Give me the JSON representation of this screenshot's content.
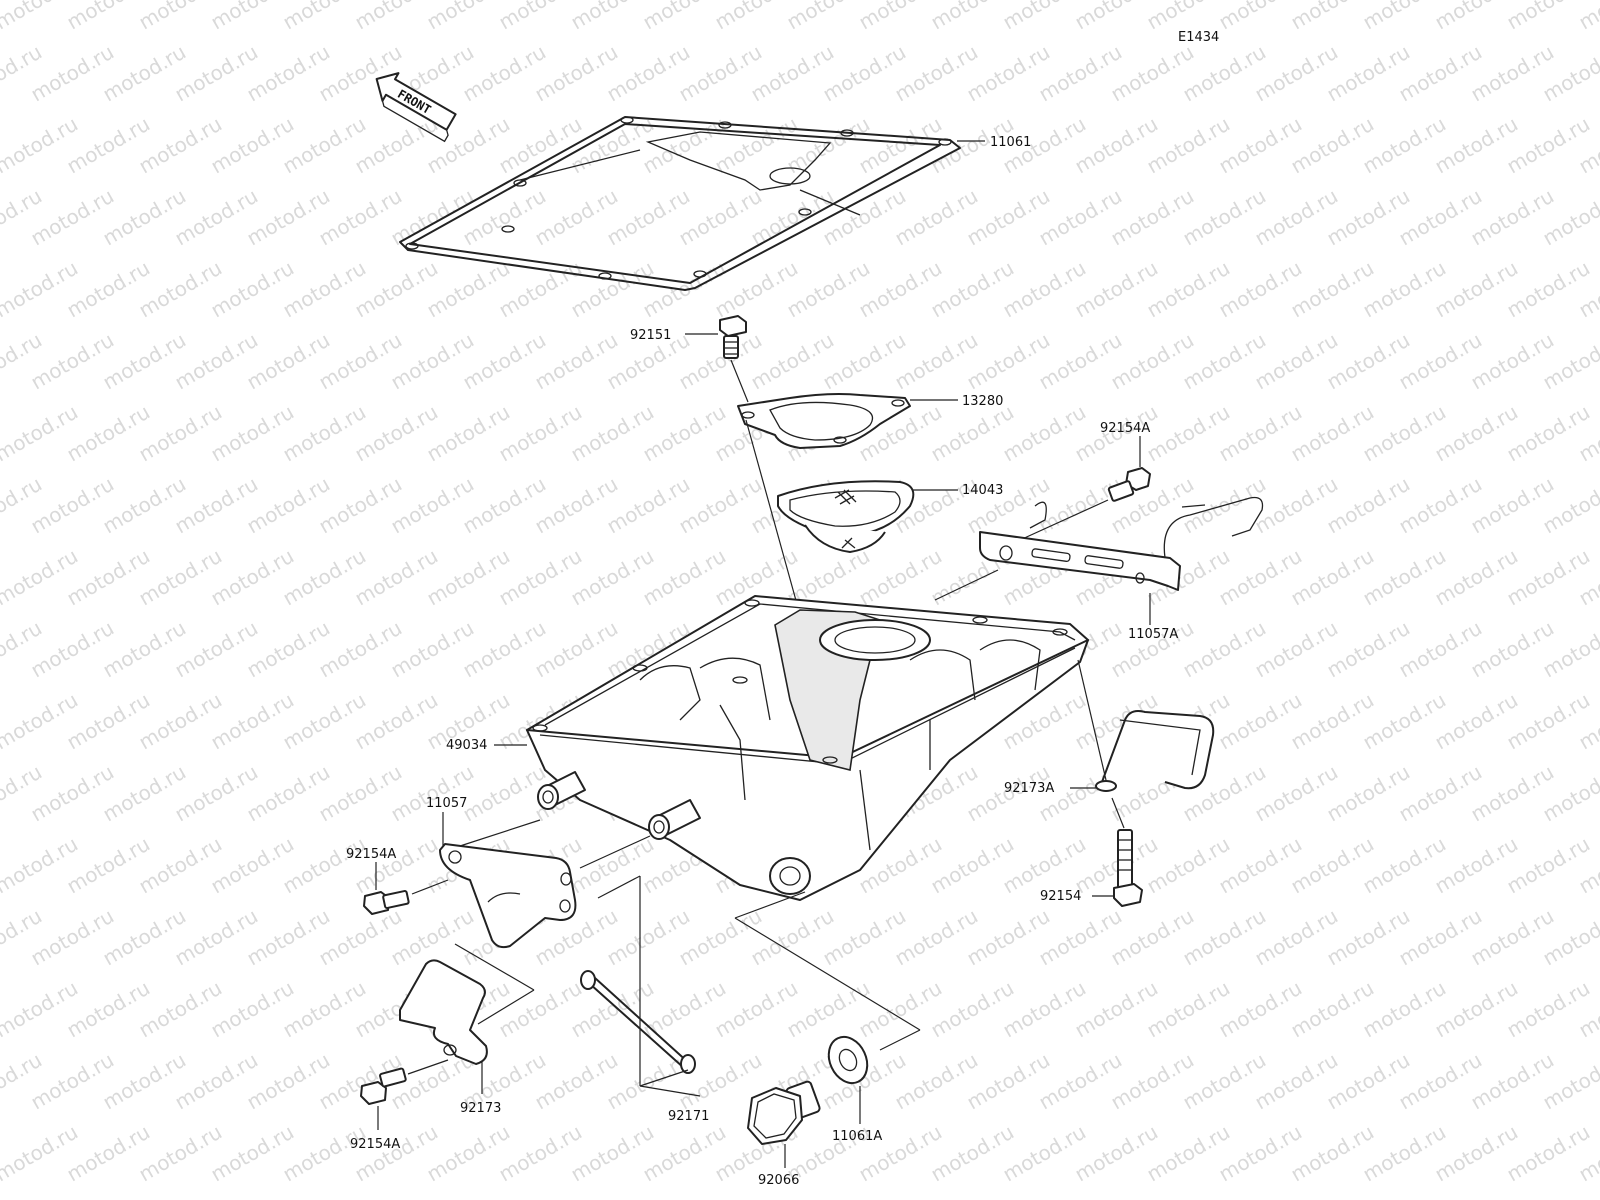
{
  "diagram_code": "E1434",
  "front_label": "FRONT",
  "watermark_text": "motod.ru",
  "parts": [
    {
      "id": "11061",
      "name": "11061"
    },
    {
      "id": "92151",
      "name": "92151"
    },
    {
      "id": "13280",
      "name": "13280"
    },
    {
      "id": "14043",
      "name": "14043"
    },
    {
      "id": "92154A_top",
      "name": "92154A"
    },
    {
      "id": "11057A",
      "name": "11057A"
    },
    {
      "id": "49034",
      "name": "49034"
    },
    {
      "id": "11057",
      "name": "11057"
    },
    {
      "id": "92173A",
      "name": "92173A"
    },
    {
      "id": "92154A_left",
      "name": "92154A"
    },
    {
      "id": "92154",
      "name": "92154"
    },
    {
      "id": "92173",
      "name": "92173"
    },
    {
      "id": "92171",
      "name": "92171"
    },
    {
      "id": "11061A",
      "name": "11061A"
    },
    {
      "id": "92154A_bottom",
      "name": "92154A"
    },
    {
      "id": "92066",
      "name": "92066"
    }
  ]
}
